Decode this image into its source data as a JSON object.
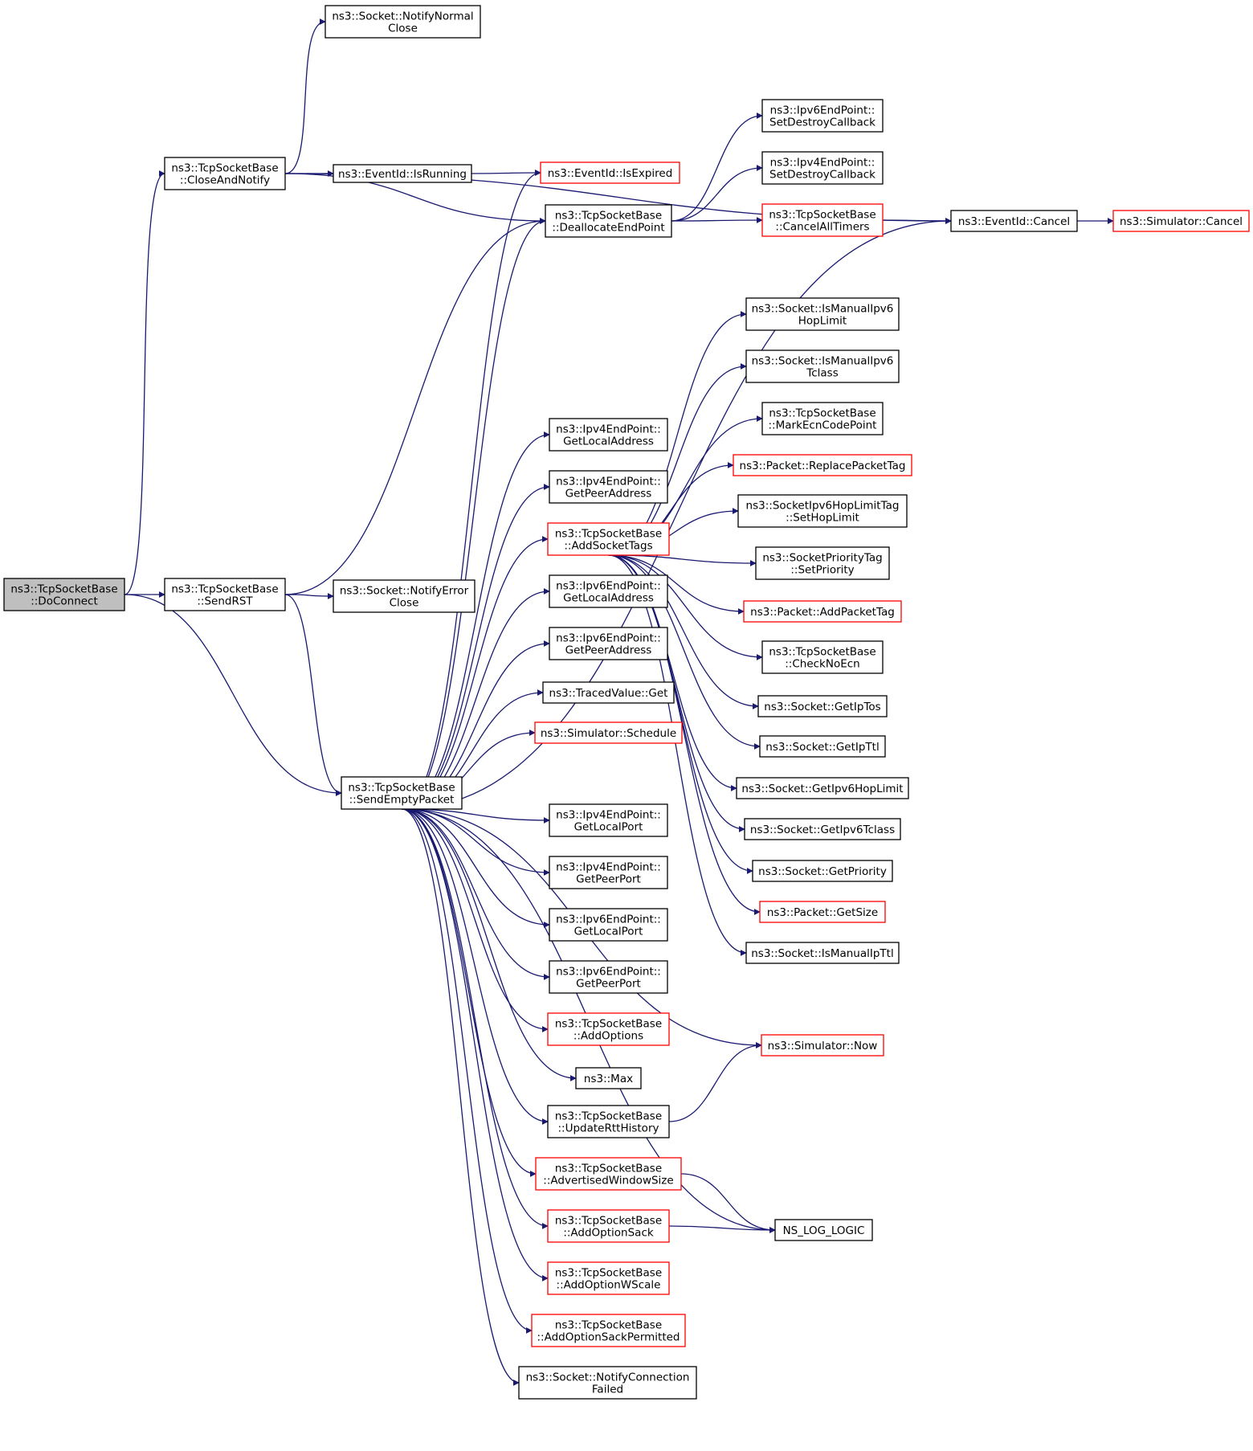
{
  "colors": {
    "edge": "#191970",
    "node_border": "#000000",
    "node_border_truncated": "#ff0000",
    "root_fill": "#bfbfbf",
    "background": "#ffffff"
  },
  "nodes": {
    "doconnect": {
      "lines": [
        "ns3::TcpSocketBase",
        "::DoConnect"
      ],
      "kind": "root"
    },
    "closeandnotify": {
      "lines": [
        "ns3::TcpSocketBase",
        "::CloseAndNotify"
      ],
      "kind": "normal"
    },
    "sendrst": {
      "lines": [
        "ns3::TcpSocketBase",
        "::SendRST"
      ],
      "kind": "normal"
    },
    "sendemptypacket": {
      "lines": [
        "ns3::TcpSocketBase",
        "::SendEmptyPacket"
      ],
      "kind": "normal"
    },
    "notifynormalclose": {
      "lines": [
        "ns3::Socket::NotifyNormal",
        "Close"
      ],
      "kind": "normal"
    },
    "isrunning": {
      "lines": [
        "ns3::EventId::IsRunning"
      ],
      "kind": "normal"
    },
    "notifyerrorclose": {
      "lines": [
        "ns3::Socket::NotifyError",
        "Close"
      ],
      "kind": "normal"
    },
    "isexpired": {
      "lines": [
        "ns3::EventId::IsExpired"
      ],
      "kind": "red"
    },
    "deallocateendpoint": {
      "lines": [
        "ns3::TcpSocketBase",
        "::DeallocateEndPoint"
      ],
      "kind": "normal"
    },
    "ipv4getlocaladdress": {
      "lines": [
        "ns3::Ipv4EndPoint::",
        "GetLocalAddress"
      ],
      "kind": "normal"
    },
    "ipv4getpeeraddress": {
      "lines": [
        "ns3::Ipv4EndPoint::",
        "GetPeerAddress"
      ],
      "kind": "normal"
    },
    "addsockettags": {
      "lines": [
        "ns3::TcpSocketBase",
        "::AddSocketTags"
      ],
      "kind": "red"
    },
    "ipv6getlocaladdress": {
      "lines": [
        "ns3::Ipv6EndPoint::",
        "GetLocalAddress"
      ],
      "kind": "normal"
    },
    "ipv6getpeeraddress": {
      "lines": [
        "ns3::Ipv6EndPoint::",
        "GetPeerAddress"
      ],
      "kind": "normal"
    },
    "tracedvalueget": {
      "lines": [
        "ns3::TracedValue::Get"
      ],
      "kind": "normal"
    },
    "simulatorschedule": {
      "lines": [
        "ns3::Simulator::Schedule"
      ],
      "kind": "red"
    },
    "ipv4getlocalport": {
      "lines": [
        "ns3::Ipv4EndPoint::",
        "GetLocalPort"
      ],
      "kind": "normal"
    },
    "ipv4getpeerport": {
      "lines": [
        "ns3::Ipv4EndPoint::",
        "GetPeerPort"
      ],
      "kind": "normal"
    },
    "ipv6getlocalport": {
      "lines": [
        "ns3::Ipv6EndPoint::",
        "GetLocalPort"
      ],
      "kind": "normal"
    },
    "ipv6getpeerport": {
      "lines": [
        "ns3::Ipv6EndPoint::",
        "GetPeerPort"
      ],
      "kind": "normal"
    },
    "addoptions": {
      "lines": [
        "ns3::TcpSocketBase",
        "::AddOptions"
      ],
      "kind": "red"
    },
    "max": {
      "lines": [
        "ns3::Max"
      ],
      "kind": "normal"
    },
    "updatertthistory": {
      "lines": [
        "ns3::TcpSocketBase",
        "::UpdateRttHistory"
      ],
      "kind": "normal"
    },
    "advertisedwindowsize": {
      "lines": [
        "ns3::TcpSocketBase",
        "::AdvertisedWindowSize"
      ],
      "kind": "red"
    },
    "addoptionsack": {
      "lines": [
        "ns3::TcpSocketBase",
        "::AddOptionSack"
      ],
      "kind": "red"
    },
    "addoptionwscale": {
      "lines": [
        "ns3::TcpSocketBase",
        "::AddOptionWScale"
      ],
      "kind": "red"
    },
    "addoptionsackpermitted": {
      "lines": [
        "ns3::TcpSocketBase",
        "::AddOptionSackPermitted"
      ],
      "kind": "red"
    },
    "notifyconnectionfailed": {
      "lines": [
        "ns3::Socket::NotifyConnection",
        "Failed"
      ],
      "kind": "normal"
    },
    "ipv6setdestroycallback": {
      "lines": [
        "ns3::Ipv6EndPoint::",
        "SetDestroyCallback"
      ],
      "kind": "normal"
    },
    "ipv4setdestroycallback": {
      "lines": [
        "ns3::Ipv4EndPoint::",
        "SetDestroyCallback"
      ],
      "kind": "normal"
    },
    "cancelalltimers": {
      "lines": [
        "ns3::TcpSocketBase",
        "::CancelAllTimers"
      ],
      "kind": "red"
    },
    "ismanualipv6hoplimit": {
      "lines": [
        "ns3::Socket::IsManualIpv6",
        "HopLimit"
      ],
      "kind": "normal"
    },
    "ismanualipv6tclass": {
      "lines": [
        "ns3::Socket::IsManualIpv6",
        "Tclass"
      ],
      "kind": "normal"
    },
    "markecncodepoint": {
      "lines": [
        "ns3::TcpSocketBase",
        "::MarkEcnCodePoint"
      ],
      "kind": "normal"
    },
    "replacepackettag": {
      "lines": [
        "ns3::Packet::ReplacePacketTag"
      ],
      "kind": "red"
    },
    "sethoplimit": {
      "lines": [
        "ns3::SocketIpv6HopLimitTag",
        "::SetHopLimit"
      ],
      "kind": "normal"
    },
    "setpriority": {
      "lines": [
        "ns3::SocketPriorityTag",
        "::SetPriority"
      ],
      "kind": "normal"
    },
    "addpackettag": {
      "lines": [
        "ns3::Packet::AddPacketTag"
      ],
      "kind": "red"
    },
    "checknoecn": {
      "lines": [
        "ns3::TcpSocketBase",
        "::CheckNoEcn"
      ],
      "kind": "normal"
    },
    "getiptos": {
      "lines": [
        "ns3::Socket::GetIpTos"
      ],
      "kind": "normal"
    },
    "getipttl": {
      "lines": [
        "ns3::Socket::GetIpTtl"
      ],
      "kind": "normal"
    },
    "getipv6hoplimit": {
      "lines": [
        "ns3::Socket::GetIpv6HopLimit"
      ],
      "kind": "normal"
    },
    "getipv6tclass": {
      "lines": [
        "ns3::Socket::GetIpv6Tclass"
      ],
      "kind": "normal"
    },
    "getpriority": {
      "lines": [
        "ns3::Socket::GetPriority"
      ],
      "kind": "normal"
    },
    "packetgetsize": {
      "lines": [
        "ns3::Packet::GetSize"
      ],
      "kind": "red"
    },
    "ismanualipttl": {
      "lines": [
        "ns3::Socket::IsManualIpTtl"
      ],
      "kind": "normal"
    },
    "simulatornow": {
      "lines": [
        "ns3::Simulator::Now"
      ],
      "kind": "red"
    },
    "nsloglogic": {
      "lines": [
        "NS_LOG_LOGIC"
      ],
      "kind": "normal"
    },
    "eventidcancel": {
      "lines": [
        "ns3::EventId::Cancel"
      ],
      "kind": "normal"
    },
    "simulatorcancel": {
      "lines": [
        "ns3::Simulator::Cancel"
      ],
      "kind": "red"
    }
  },
  "edges": [
    [
      "doconnect",
      "closeandnotify"
    ],
    [
      "doconnect",
      "sendrst"
    ],
    [
      "doconnect",
      "sendemptypacket"
    ],
    [
      "closeandnotify",
      "notifynormalclose"
    ],
    [
      "closeandnotify",
      "isrunning"
    ],
    [
      "closeandnotify",
      "deallocateendpoint"
    ],
    [
      "closeandnotify",
      "eventidcancel"
    ],
    [
      "isrunning",
      "isexpired"
    ],
    [
      "sendrst",
      "notifyerrorclose"
    ],
    [
      "sendrst",
      "deallocateendpoint"
    ],
    [
      "sendrst",
      "sendemptypacket"
    ],
    [
      "sendemptypacket",
      "isexpired"
    ],
    [
      "sendemptypacket",
      "deallocateendpoint"
    ],
    [
      "sendemptypacket",
      "eventidcancel"
    ],
    [
      "sendemptypacket",
      "ipv4getlocaladdress"
    ],
    [
      "sendemptypacket",
      "ipv4getpeeraddress"
    ],
    [
      "sendemptypacket",
      "addsockettags"
    ],
    [
      "sendemptypacket",
      "ipv6getlocaladdress"
    ],
    [
      "sendemptypacket",
      "ipv6getpeeraddress"
    ],
    [
      "sendemptypacket",
      "tracedvalueget"
    ],
    [
      "sendemptypacket",
      "simulatorschedule"
    ],
    [
      "sendemptypacket",
      "simulatornow"
    ],
    [
      "sendemptypacket",
      "ipv4getlocalport"
    ],
    [
      "sendemptypacket",
      "ipv4getpeerport"
    ],
    [
      "sendemptypacket",
      "ipv6getlocalport"
    ],
    [
      "sendemptypacket",
      "ipv6getpeerport"
    ],
    [
      "sendemptypacket",
      "addoptions"
    ],
    [
      "sendemptypacket",
      "max"
    ],
    [
      "sendemptypacket",
      "updatertthistory"
    ],
    [
      "sendemptypacket",
      "advertisedwindowsize"
    ],
    [
      "sendemptypacket",
      "addoptionsack"
    ],
    [
      "sendemptypacket",
      "addoptionwscale"
    ],
    [
      "sendemptypacket",
      "addoptionsackpermitted"
    ],
    [
      "sendemptypacket",
      "notifyconnectionfailed"
    ],
    [
      "sendemptypacket",
      "nsloglogic"
    ],
    [
      "deallocateendpoint",
      "ipv6setdestroycallback"
    ],
    [
      "deallocateendpoint",
      "ipv4setdestroycallback"
    ],
    [
      "deallocateendpoint",
      "cancelalltimers"
    ],
    [
      "cancelalltimers",
      "eventidcancel"
    ],
    [
      "eventidcancel",
      "simulatorcancel"
    ],
    [
      "addsockettags",
      "ismanualipv6hoplimit"
    ],
    [
      "addsockettags",
      "ismanualipv6tclass"
    ],
    [
      "addsockettags",
      "markecncodepoint"
    ],
    [
      "addsockettags",
      "replacepackettag"
    ],
    [
      "addsockettags",
      "sethoplimit"
    ],
    [
      "addsockettags",
      "setpriority"
    ],
    [
      "addsockettags",
      "addpackettag"
    ],
    [
      "addsockettags",
      "checknoecn"
    ],
    [
      "addsockettags",
      "getiptos"
    ],
    [
      "addsockettags",
      "getipttl"
    ],
    [
      "addsockettags",
      "getipv6hoplimit"
    ],
    [
      "addsockettags",
      "getipv6tclass"
    ],
    [
      "addsockettags",
      "getpriority"
    ],
    [
      "addsockettags",
      "packetgetsize"
    ],
    [
      "addsockettags",
      "ismanualipttl"
    ],
    [
      "updatertthistory",
      "simulatornow"
    ],
    [
      "advertisedwindowsize",
      "nsloglogic"
    ],
    [
      "addoptionsack",
      "nsloglogic"
    ]
  ]
}
